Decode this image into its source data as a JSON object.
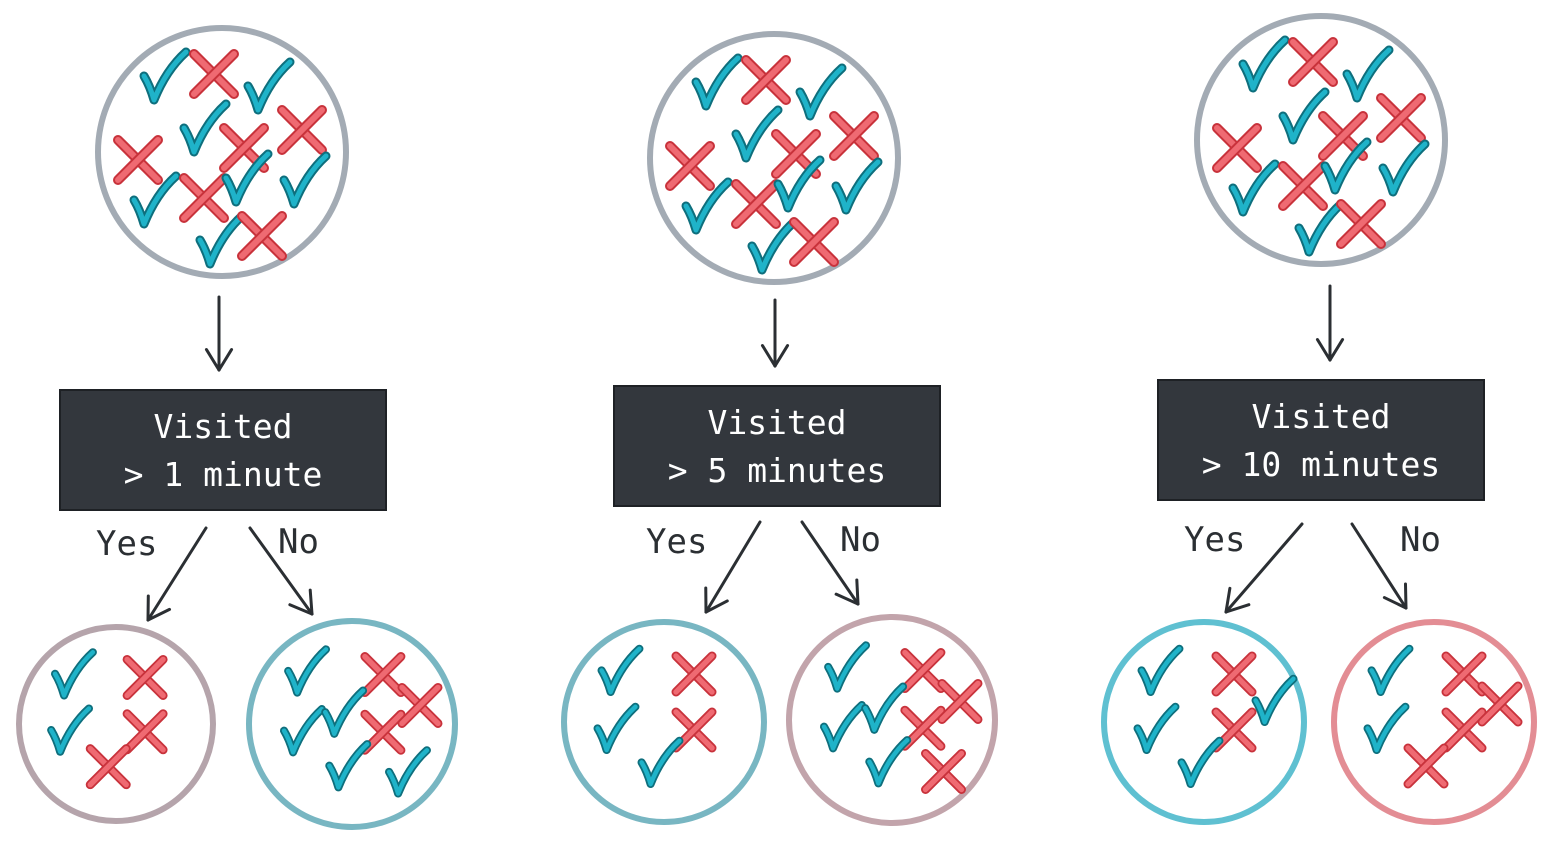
{
  "colors": {
    "check": "#1fb3c9",
    "check_outline": "#0e6f7d",
    "cross": "#ef6a72",
    "cross_outline": "#c8323b",
    "box_fill": "#33373d",
    "arrow": "#2b2f33",
    "root_ring": "#a3abb4"
  },
  "trees": [
    {
      "node_line1": "Visited",
      "node_line2": "> 1 minute",
      "yes_label": "Yes",
      "no_label": "No",
      "root": {
        "checks": 7,
        "crosses": 6,
        "ring": "#a3abb4"
      },
      "yes_leaf": {
        "checks": 2,
        "crosses": 3,
        "ring": "#b5a4ab"
      },
      "no_leaf": {
        "checks": 5,
        "crosses": 3,
        "ring": "#78b6c2"
      }
    },
    {
      "node_line1": "Visited",
      "node_line2": "> 5 minutes",
      "yes_label": "Yes",
      "no_label": "No",
      "root": {
        "checks": 7,
        "crosses": 6,
        "ring": "#a3abb4"
      },
      "yes_leaf": {
        "checks": 3,
        "crosses": 2,
        "ring": "#78b6c2"
      },
      "no_leaf": {
        "checks": 4,
        "crosses": 4,
        "ring": "#c2a4ab"
      }
    },
    {
      "node_line1": "Visited",
      "node_line2": "> 10 minutes",
      "yes_label": "Yes",
      "no_label": "No",
      "root": {
        "checks": 7,
        "crosses": 6,
        "ring": "#a3abb4"
      },
      "yes_leaf": {
        "checks": 4,
        "crosses": 2,
        "ring": "#5fc0d1"
      },
      "no_leaf": {
        "checks": 2,
        "crosses": 4,
        "ring": "#e38d94"
      }
    }
  ]
}
